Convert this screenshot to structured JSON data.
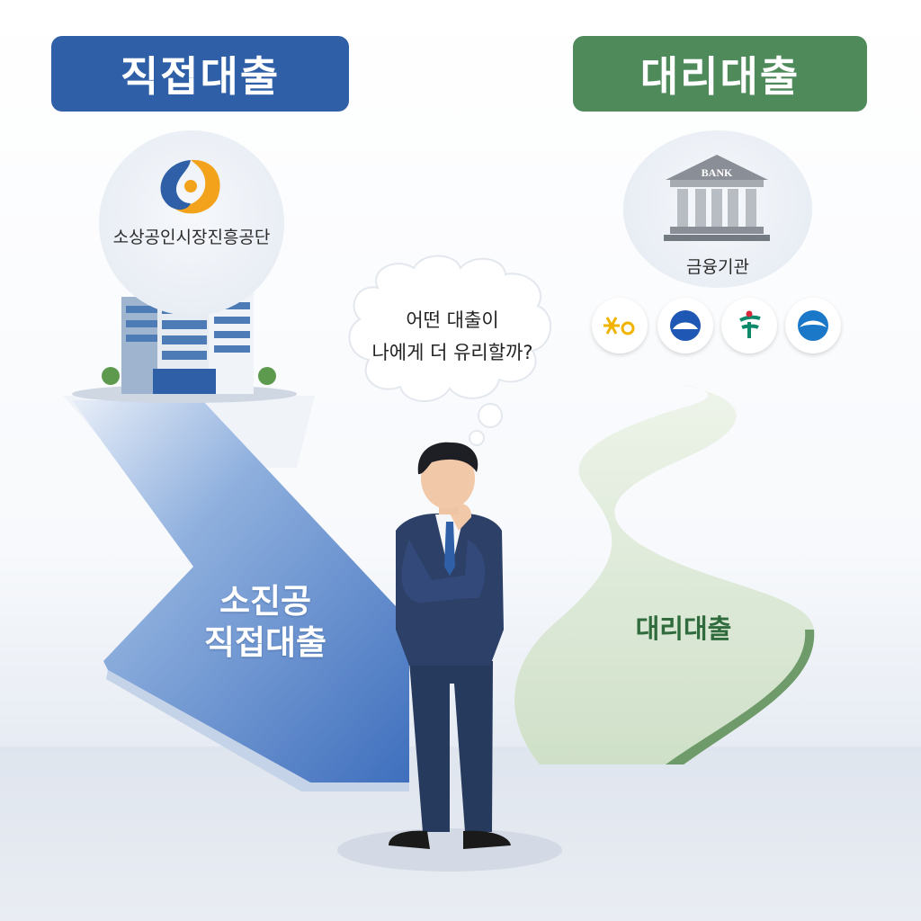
{
  "left_panel": {
    "title": "직접대출",
    "organization": "소상공인시장진흥공단",
    "path_label_line1": "소진공",
    "path_label_line2": "직접대출",
    "accent_color": "#2f5fa7"
  },
  "right_panel": {
    "title": "대리대출",
    "institution": "금융기관",
    "bank_sign": "BANK",
    "bank_logos": [
      "kb-logo-icon",
      "shinhan-logo-icon",
      "hana-logo-icon",
      "woori-logo-icon"
    ],
    "path_label": "대리대출",
    "accent_color": "#4f8a5b"
  },
  "thought_bubble": {
    "line1": "어떤 대출이",
    "line2": "나에게 더 유리할까?"
  }
}
